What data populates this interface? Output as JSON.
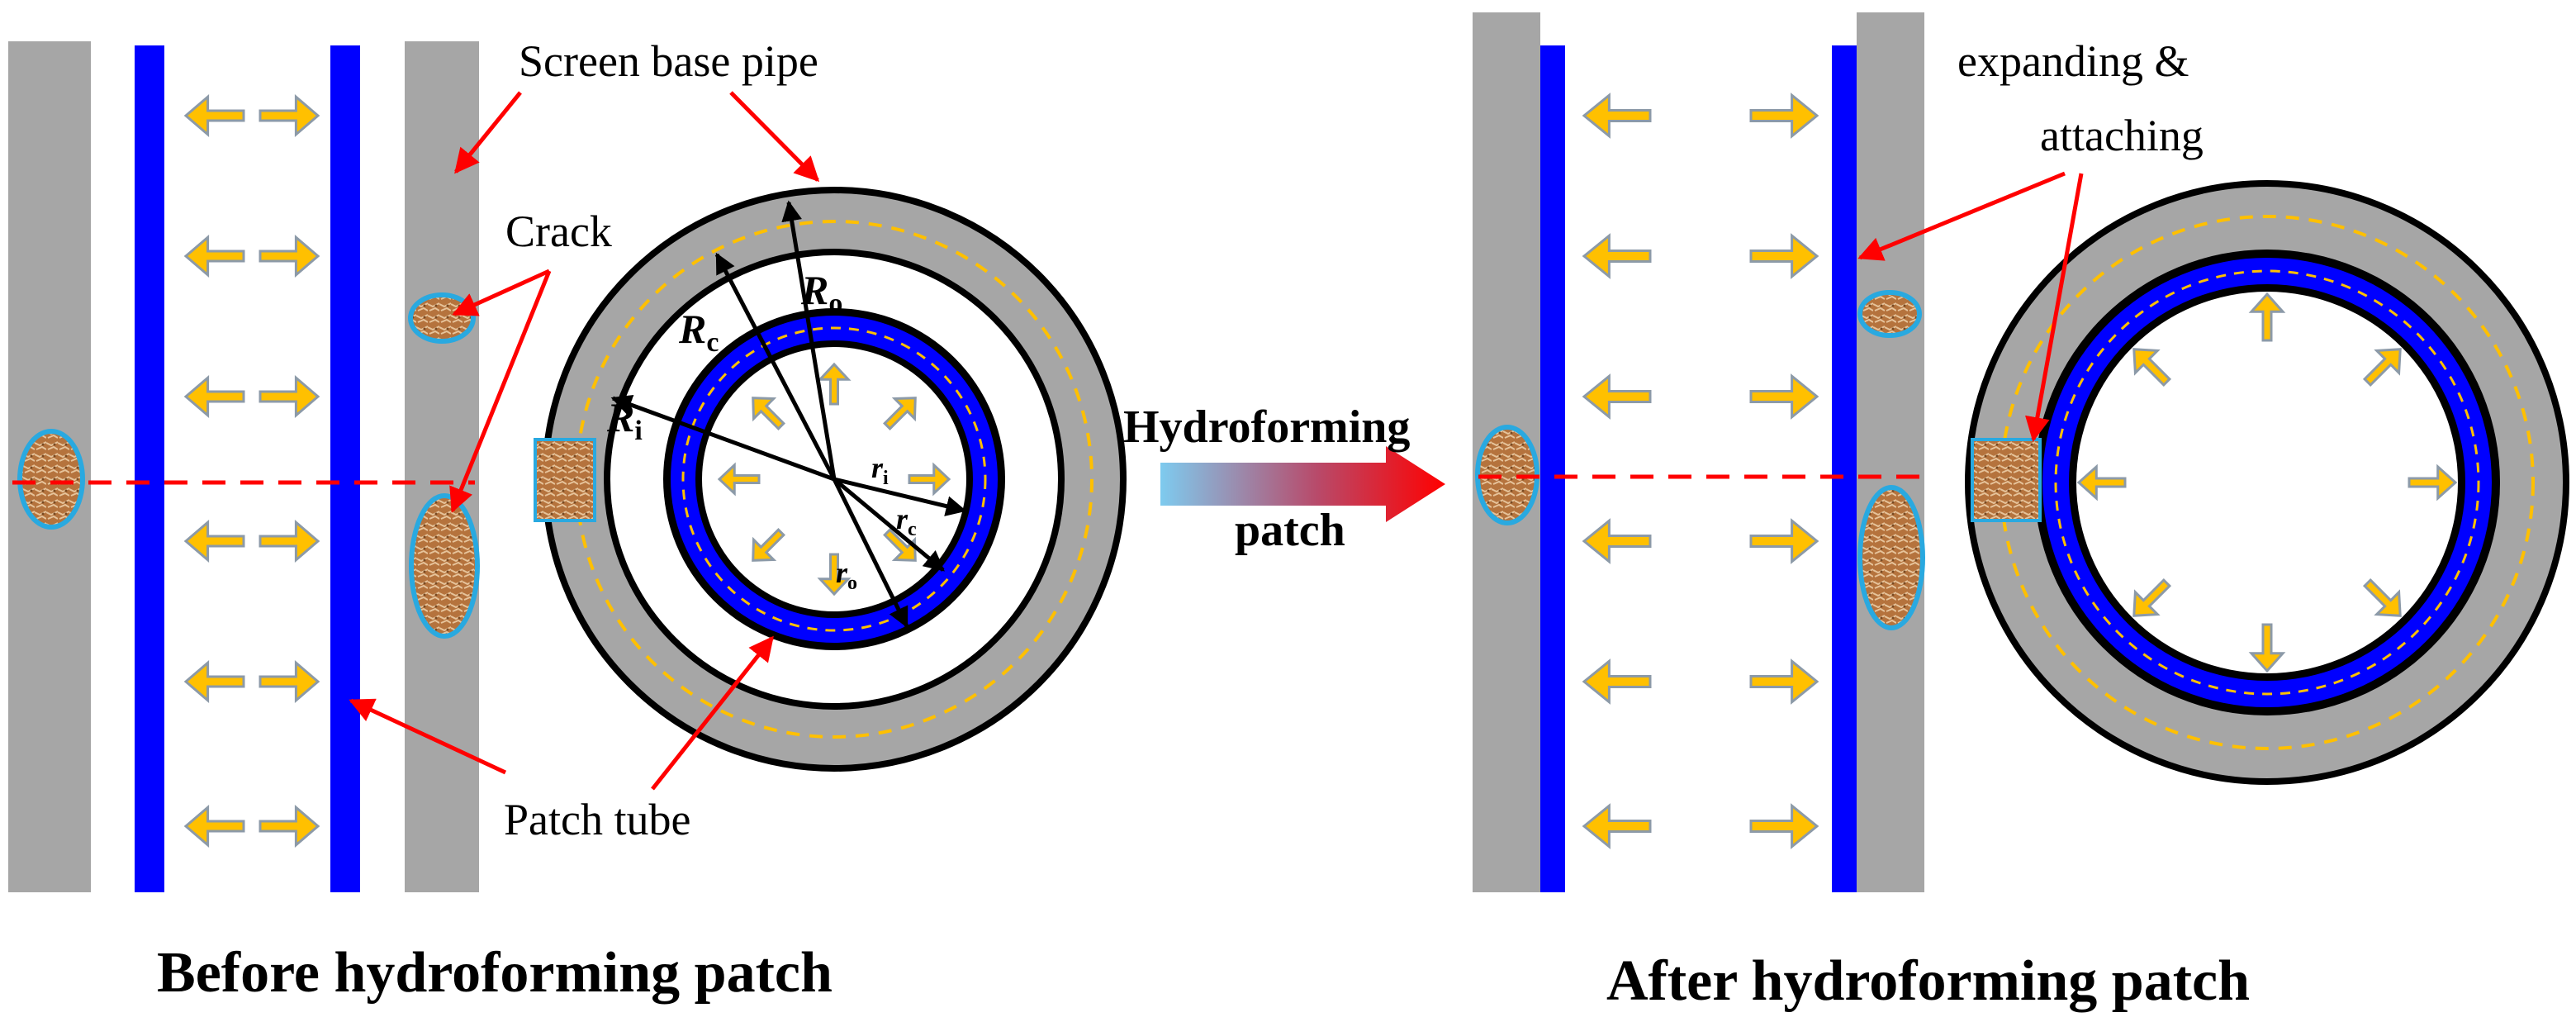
{
  "colors": {
    "pipe_gray": "#a6a6a6",
    "patch_blue": "#0000ff",
    "arrow_yellow": "#ffc000",
    "arrow_outline": "#8c9aa8",
    "pointer_red": "#ff0000",
    "dashed_line": "#ff0000",
    "crack_outline": "#29a9e0",
    "crack_fill": "#b5733d",
    "gradient_start": "#7ecbef"
  },
  "labels": {
    "screen_base_pipe": "Screen base pipe",
    "crack": "Crack",
    "patch_tube": "Patch tube",
    "expanding_line1": "expanding &",
    "expanding_line2": "attaching",
    "hydroforming": "Hydroforming",
    "patch": "patch"
  },
  "symbols": {
    "Ro": {
      "base": "R",
      "sub": "o"
    },
    "Rc": {
      "base": "R",
      "sub": "c"
    },
    "Ri": {
      "base": "R",
      "sub": "i"
    },
    "ri": {
      "base": "r",
      "sub": "i"
    },
    "rc": {
      "base": "r",
      "sub": "c"
    },
    "ro": {
      "base": "r",
      "sub": "o"
    }
  },
  "captions": {
    "before": "Before hydroforming patch",
    "after": "After hydroforming patch"
  },
  "icons": [
    "double-head-arrow-icon",
    "pointer-arrow-icon",
    "crack-icon",
    "process-arrow-icon"
  ]
}
